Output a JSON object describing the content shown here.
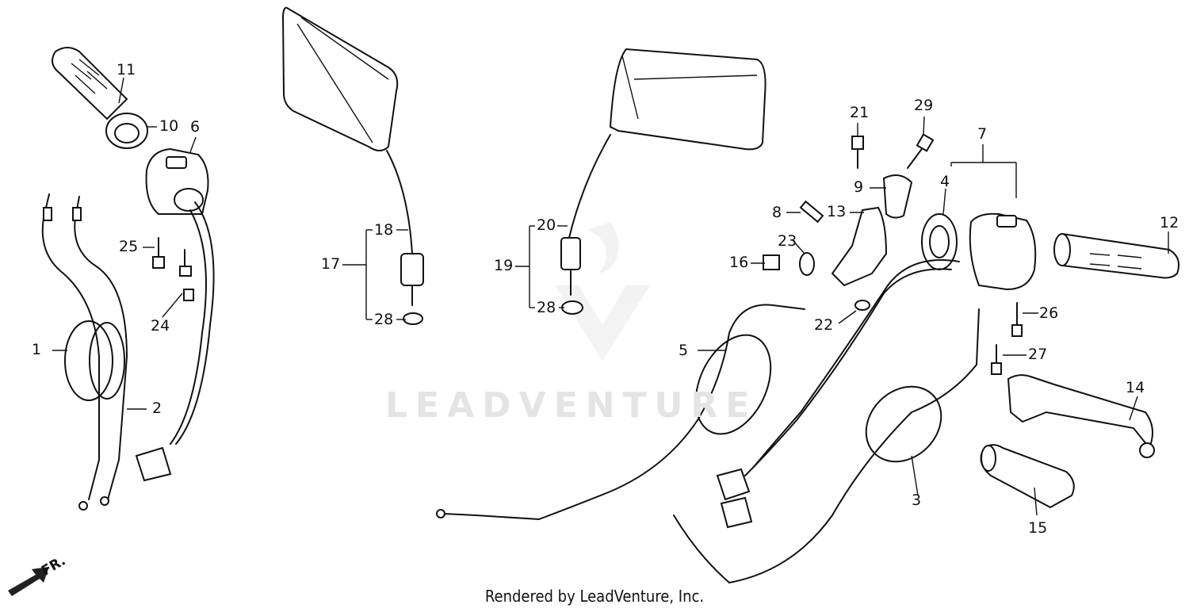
{
  "watermark": "LEADVENTURE",
  "footer": "Rendered by LeadVenture, Inc.",
  "direction_label": "FR.",
  "callouts": [
    "1",
    "2",
    "3",
    "4",
    "5",
    "6",
    "7",
    "8",
    "9",
    "10",
    "11",
    "12",
    "13",
    "14",
    "15",
    "16",
    "17",
    "18",
    "19",
    "20",
    "21",
    "22",
    "23",
    "24",
    "25",
    "26",
    "27",
    "28",
    "28",
    "29"
  ]
}
